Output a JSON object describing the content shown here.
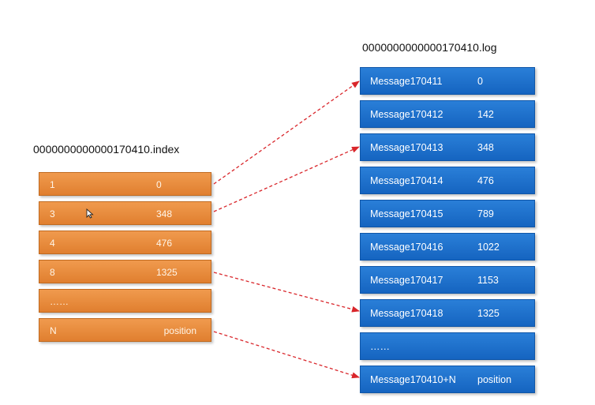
{
  "index_file": {
    "title": "0000000000000170410.index",
    "rows": [
      {
        "key": "1",
        "value": "0"
      },
      {
        "key": "3",
        "value": "348"
      },
      {
        "key": "4",
        "value": "476"
      },
      {
        "key": "8",
        "value": "1325"
      },
      {
        "key": "……",
        "value": ""
      },
      {
        "key": "N",
        "value": "position"
      }
    ]
  },
  "log_file": {
    "title": "0000000000000170410.log",
    "rows": [
      {
        "message": "Message170411",
        "offset": "0"
      },
      {
        "message": "Message170412",
        "offset": "142"
      },
      {
        "message": "Message170413",
        "offset": "348"
      },
      {
        "message": "Message170414",
        "offset": "476"
      },
      {
        "message": "Message170415",
        "offset": "789"
      },
      {
        "message": "Message170416",
        "offset": "1022"
      },
      {
        "message": "Message170417",
        "offset": "1153"
      },
      {
        "message": "Message170418",
        "offset": "1325"
      },
      {
        "message": "……",
        "offset": ""
      },
      {
        "message": "Message170410+N",
        "offset": "position"
      }
    ]
  },
  "colors": {
    "index_fill": "#e88a3c",
    "log_fill": "#1c6fcc",
    "arrow": "#d9262b"
  }
}
